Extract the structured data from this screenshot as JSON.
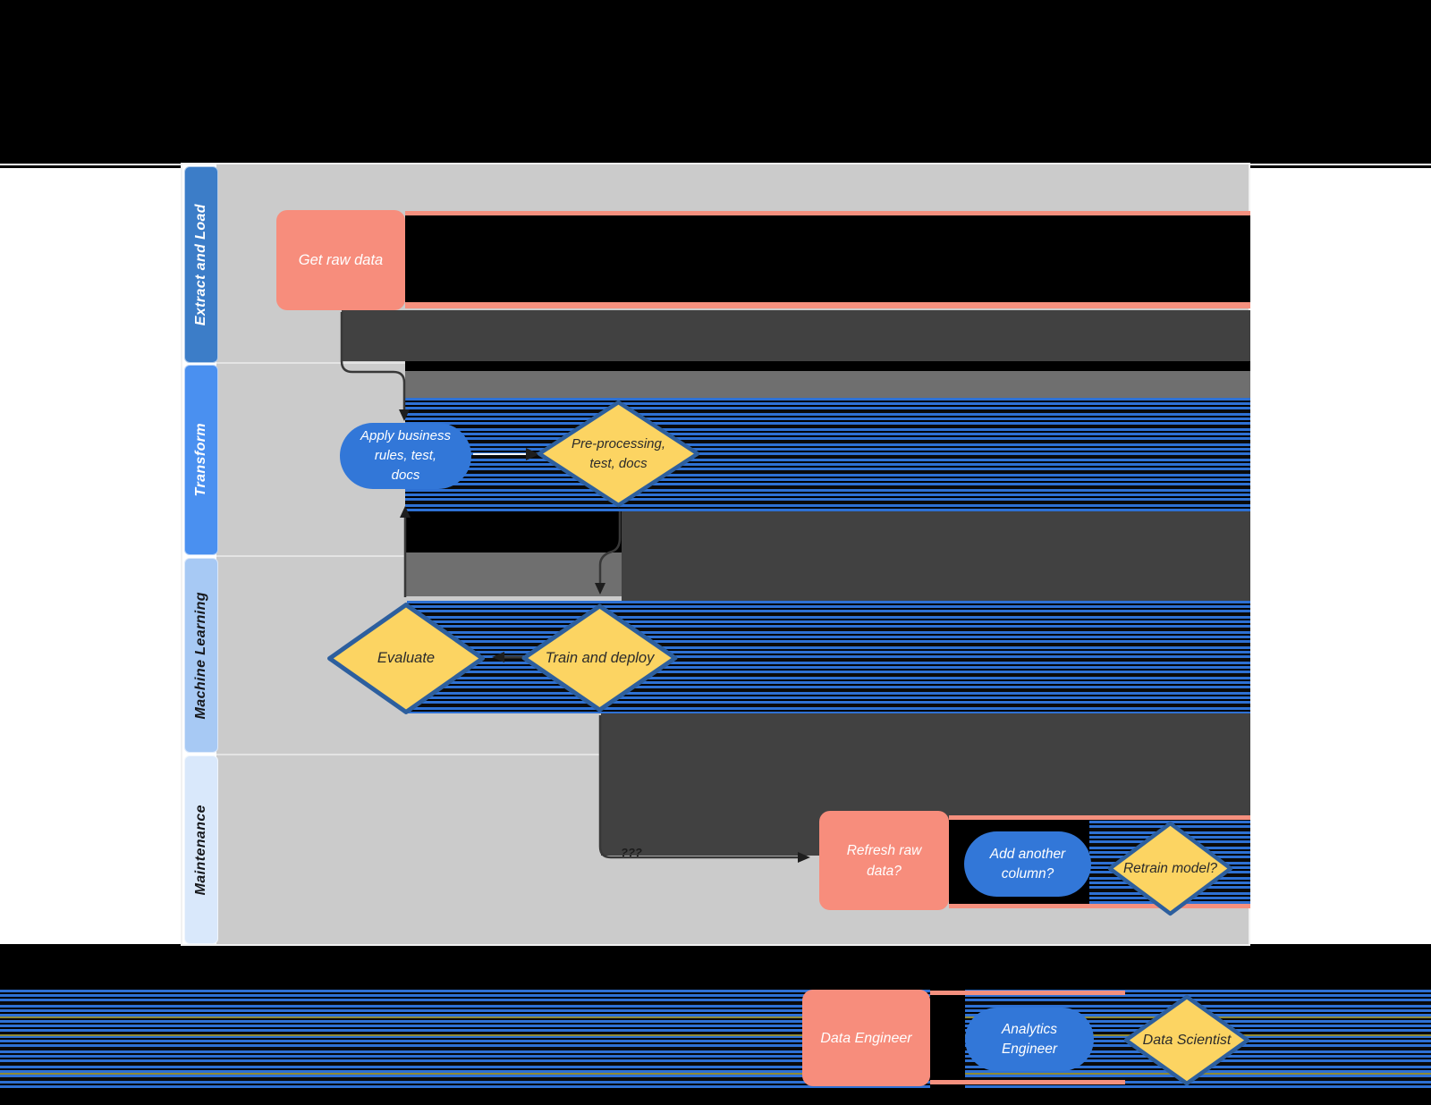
{
  "diagram": {
    "lanes": [
      {
        "label": "Extract and Load",
        "color": "#3c7dc8",
        "text_color": "#ffffff"
      },
      {
        "label": "Transform",
        "color": "#4a90f0",
        "text_color": "#ffffff"
      },
      {
        "label": "Machine Learning",
        "color": "#a7c9f4",
        "text_color": "#16181c"
      },
      {
        "label": "Maintenance",
        "color": "#d9e8fb",
        "text_color": "#16181c"
      }
    ],
    "nodes": {
      "get_raw_data": {
        "label": "Get raw data",
        "shape": "rounded-rect",
        "color": "#f78d7c"
      },
      "apply_business_rules": {
        "label": "Apply business\nrules, test,\ndocs",
        "shape": "stadium",
        "color": "#3277d8"
      },
      "pre_processing": {
        "label": "Pre-processing,\ntest, docs",
        "shape": "diamond",
        "color": "#fcd462"
      },
      "evaluate": {
        "label": "Evaluate",
        "shape": "diamond",
        "color": "#fcd462"
      },
      "train_and_deploy": {
        "label": "Train and deploy",
        "shape": "diamond",
        "color": "#fcd462"
      },
      "refresh_raw_data": {
        "label": "Refresh raw\ndata?",
        "shape": "rounded-rect",
        "color": "#f78d7c"
      },
      "add_another_column": {
        "label": "Add another\ncolumn?",
        "shape": "stadium",
        "color": "#3277d8"
      },
      "retrain_model": {
        "label": "Retrain model?",
        "shape": "diamond",
        "color": "#fcd462"
      }
    },
    "connector_label": "???"
  },
  "legend": {
    "items": [
      {
        "label": "Data Engineer",
        "shape": "rounded-rect",
        "color": "#f78d7c"
      },
      {
        "label": "Analytics\nEngineer",
        "shape": "stadium",
        "color": "#3277d8"
      },
      {
        "label": "Data Scientist",
        "shape": "diamond",
        "color": "#fcd462"
      }
    ]
  },
  "colors": {
    "background": "#000000",
    "page_margin": "#ffffff",
    "lane_background": "#cbcbcb",
    "glitch_dark": "#414141",
    "glitch_medium": "#6f6f6f",
    "glitch_black": "#000000",
    "glitch_salmon": "#f5907e",
    "glitch_stripe_blue": "#2e71d4",
    "glitch_olive": "#8f8a35",
    "diamond_border": "#2d5f9e",
    "connector": "#383838"
  }
}
